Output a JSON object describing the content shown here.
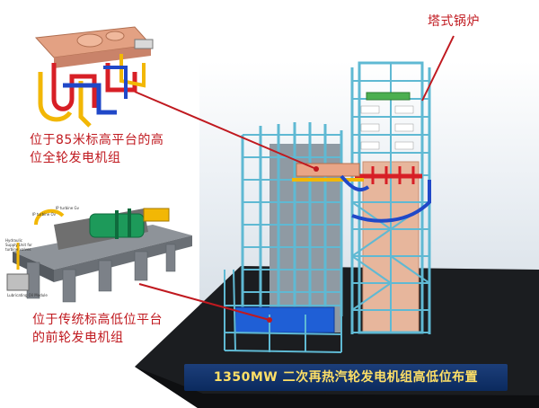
{
  "labels": {
    "boiler": "塔式锅炉",
    "high_unit_line1": "位于85米标高平台的高",
    "high_unit_line2": "位全轮发电机组",
    "low_unit_line1": "位于传统标高低位平台",
    "low_unit_line2": "的前轮发电机组"
  },
  "banner": {
    "title": "1350MW 二次再热汽轮发电机组高低位布置"
  },
  "inset_small_text": {
    "ip_turbine_gv": "IP turbine Gv",
    "ip_turbine_ov": "IP turbine Ov",
    "hydraulic_supply": "Hydraulic Supply Unit for turbine valves",
    "lubricating_oil": "Lubricating Oil Module"
  },
  "colors": {
    "label_red": "#c0191f",
    "banner_bg": "#0b2a5e",
    "banner_text": "#ffe066",
    "steel_cyan": "#5fb9d3",
    "pipe_red": "#d71f26",
    "pipe_blue": "#2048c8",
    "pipe_yellow": "#f2b705",
    "generator_green": "#1d9a5a",
    "casing_salmon": "#e9a587"
  }
}
